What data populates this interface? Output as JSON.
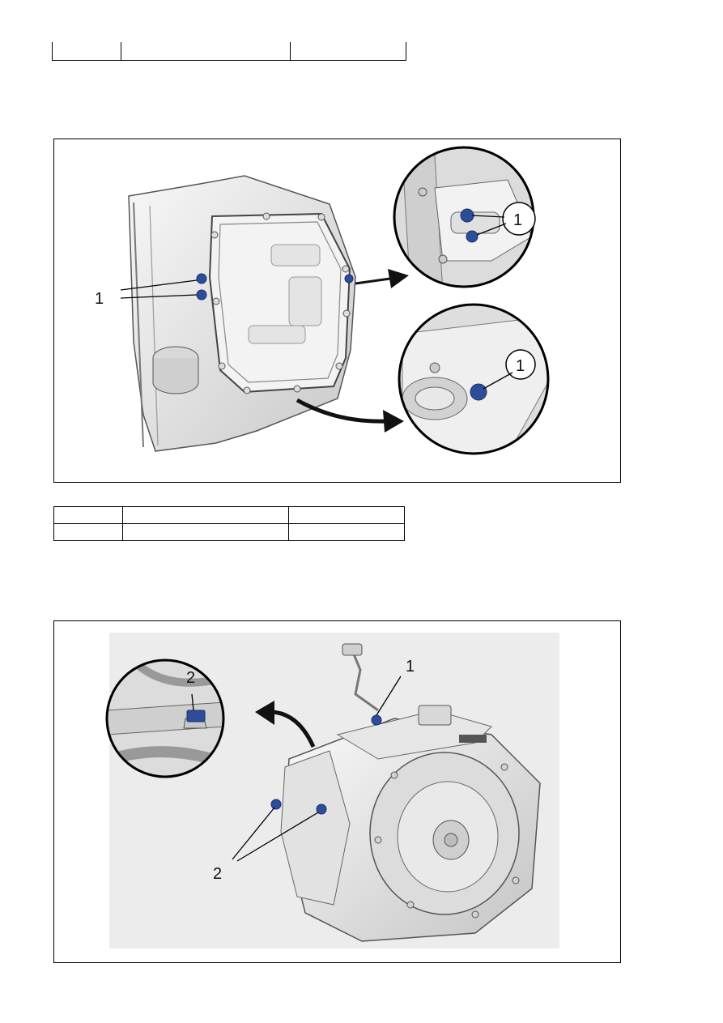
{
  "tables": {
    "top": {
      "rows": [
        [
          "",
          "",
          ""
        ]
      ]
    },
    "middle": {
      "rows": [
        [
          "",
          "",
          ""
        ],
        [
          "",
          "",
          ""
        ]
      ]
    }
  },
  "figure1": {
    "callouts": {
      "main": "1",
      "detail_top": "1",
      "detail_bottom": "1"
    }
  },
  "figure2": {
    "callouts": {
      "top": "1",
      "detail": "2",
      "lower": "2"
    }
  },
  "colors": {
    "plug_blue": "#2c4e9a",
    "metal_light": "#ececec",
    "metal_mid": "#cfcfcf",
    "metal_dark": "#8c8c8c",
    "backdrop": "#eaeaea"
  }
}
